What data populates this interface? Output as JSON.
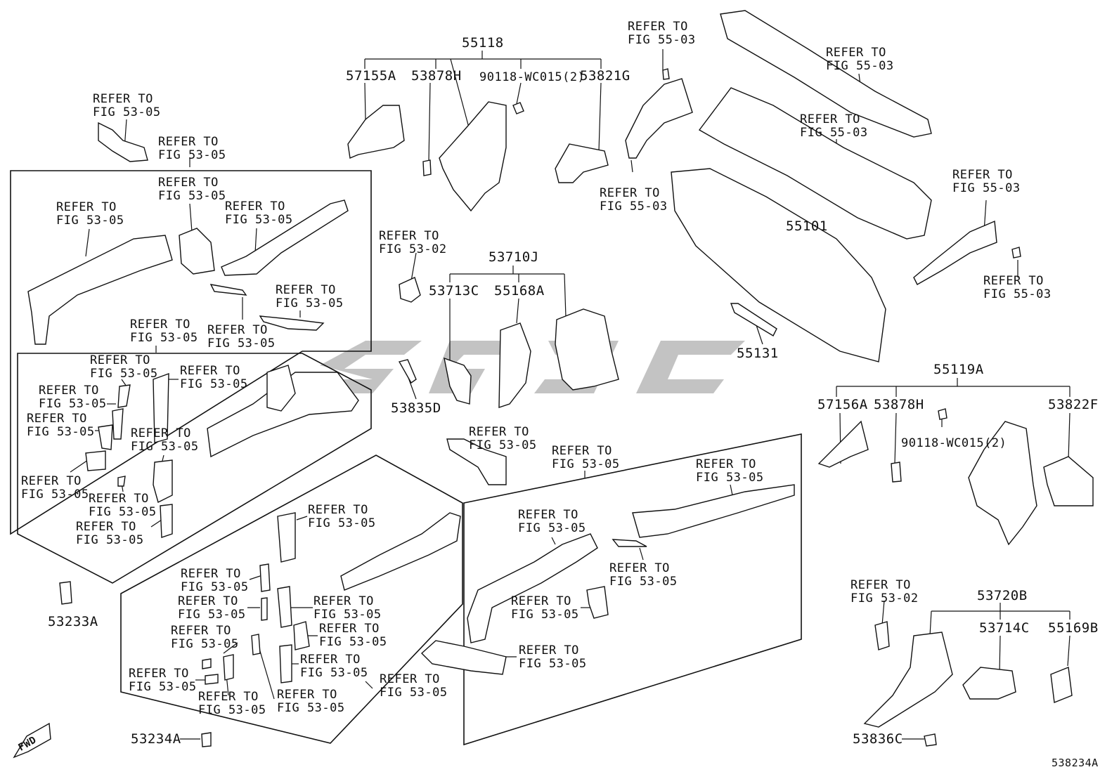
{
  "refer": {
    "fig5305": "REFER TO\nFIG 53-05",
    "fig5503": "REFER TO\nFIG 55-03",
    "fig5302": "REFER TO\nFIG 53-02"
  },
  "parts": {
    "p55118": "55118",
    "p57155A": "57155A",
    "p53878H": "53878H",
    "p90118a": "90118-WC015(2)",
    "p53821G": "53821G",
    "p55101": "55101",
    "p55131": "55131",
    "p53710J": "53710J",
    "p53713C": "53713C",
    "p55168A": "55168A",
    "p53835D": "53835D",
    "p55119A": "55119A",
    "p57156A": "57156A",
    "p53878H2": "53878H",
    "p53822F": "53822F",
    "p90118b": "90118-WC015(2)",
    "p53720B": "53720B",
    "p53714C": "53714C",
    "p55169B": "55169B",
    "p53836C": "53836C",
    "p53233A": "53233A",
    "p53234A": "53234A"
  },
  "diagram_id": "538234A",
  "fwd_label": "FWD",
  "watermark_text": "cscc",
  "colors": {
    "ink": "#111111",
    "watermark": "#b8b8b8",
    "background": "#ffffff"
  }
}
